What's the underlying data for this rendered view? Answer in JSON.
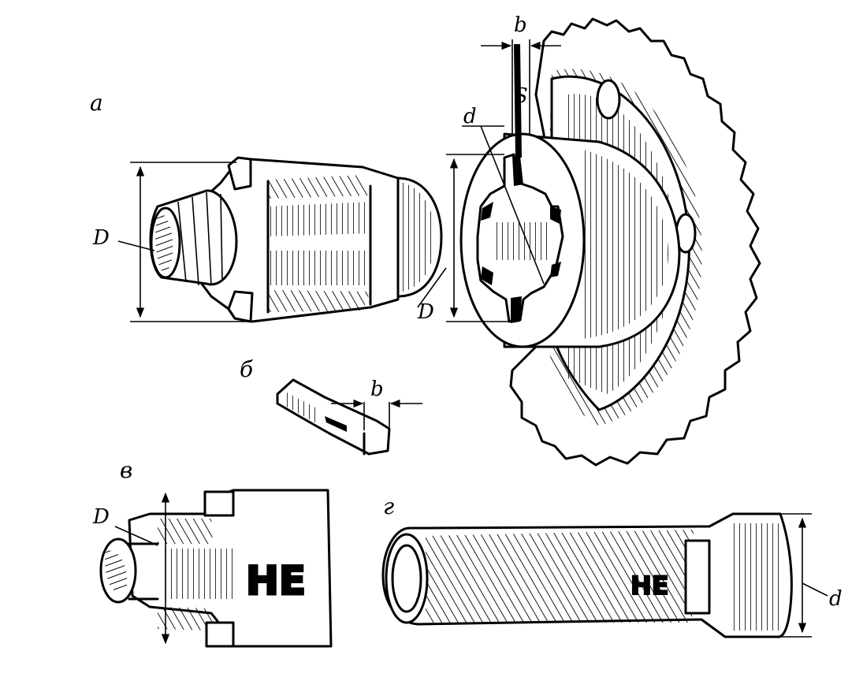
{
  "figure": {
    "panel_labels": {
      "a": "а",
      "b": "б",
      "v": "в",
      "g": "г"
    },
    "dimensions": {
      "a_shaft_D": "D",
      "a_hub_D": "D",
      "a_hub_d": "d",
      "a_gear_S": "S",
      "a_gear_b": "b",
      "b_key_b": "b",
      "v_D": "D",
      "g_d": "d"
    },
    "stamps": {
      "v": "НЕ",
      "g": "НЕ"
    }
  }
}
